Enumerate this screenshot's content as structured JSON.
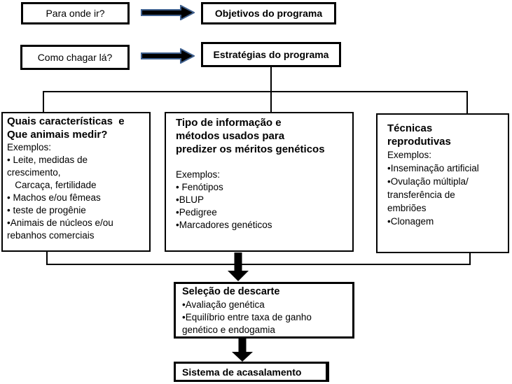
{
  "palette": {
    "background": "#ffffff",
    "text": "#000000",
    "box_border": "#000000",
    "connector_line": "#000000",
    "block_arrow_fill": "#000000",
    "block_arrow_outline": "#40618F"
  },
  "flow": {
    "question1": "Para onde ir?",
    "answer1": "Objetivos do programa",
    "question2": "Como chagar lá?",
    "answer2": "Estratégias do programa"
  },
  "branches": {
    "left": {
      "title_lines": [
        "Quais características  e",
        "Que animais medir?"
      ],
      "lines": [
        "Exemplos:",
        "• Leite, medidas de",
        "crescimento,",
        "   Carcaça, fertilidade",
        "• Machos e/ou fêmeas",
        "• teste de progênie",
        "•Animais de núcleos e/ou",
        "rebanhos comerciais"
      ]
    },
    "middle": {
      "title_lines": [
        "Tipo de informação e",
        "métodos usados para",
        "predizer os méritos genéticos"
      ],
      "lines": [
        "Exemplos:",
        "• Fenótipos",
        "•BLUP",
        "•Pedigree",
        "•Marcadores genéticos"
      ]
    },
    "right": {
      "title_lines": [
        "Técnicas",
        "reprodutivas"
      ],
      "lines": [
        "Exemplos:",
        "•Inseminação artificial",
        "•Ovulação múltipla/",
        "transferência de",
        "embriões",
        "•Clonagem"
      ]
    }
  },
  "selection_box": {
    "title": "Seleção de descarte",
    "lines": [
      "•Avaliação genética",
      "•Equilíbrio entre taxa de ganho",
      "genético e endogamia"
    ]
  },
  "mating_box": {
    "title": "Sistema de acasalamento"
  },
  "icons": {
    "arrow_right": "block-arrow-right",
    "arrow_down": "block-arrow-down"
  }
}
